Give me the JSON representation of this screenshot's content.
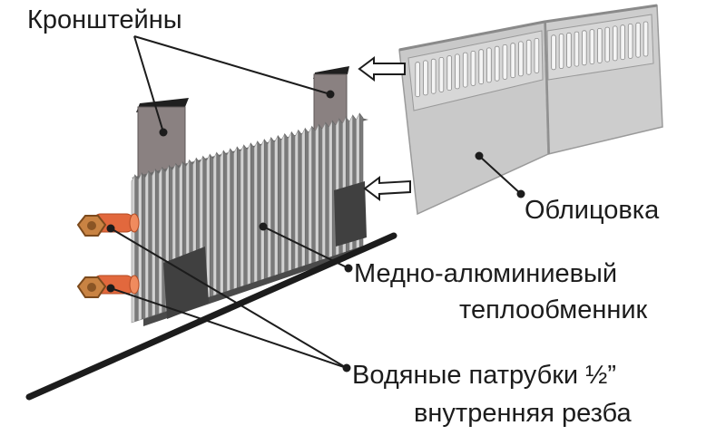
{
  "labels": {
    "brackets": "Кронштейны",
    "cover": "Облицовка",
    "exchanger_line1": "Медно-алюминиевый",
    "exchanger_line2": "теплообменник",
    "pipes_line1": "Водяные патрубки ½”",
    "pipes_line2": "внутренняя резба"
  },
  "colors": {
    "fin_dark": "#7a7a7a",
    "fin_light": "#d2d2d2",
    "bracket": "#8a8181",
    "cover": "#c9c9c9",
    "pipe": "#e2683d",
    "nut": "#c98343",
    "pad": "#404040",
    "rail": "#1c1c1c"
  },
  "icons": [
    "bracket-icon",
    "arrow-icon",
    "pipe-icon",
    "nut-icon"
  ]
}
